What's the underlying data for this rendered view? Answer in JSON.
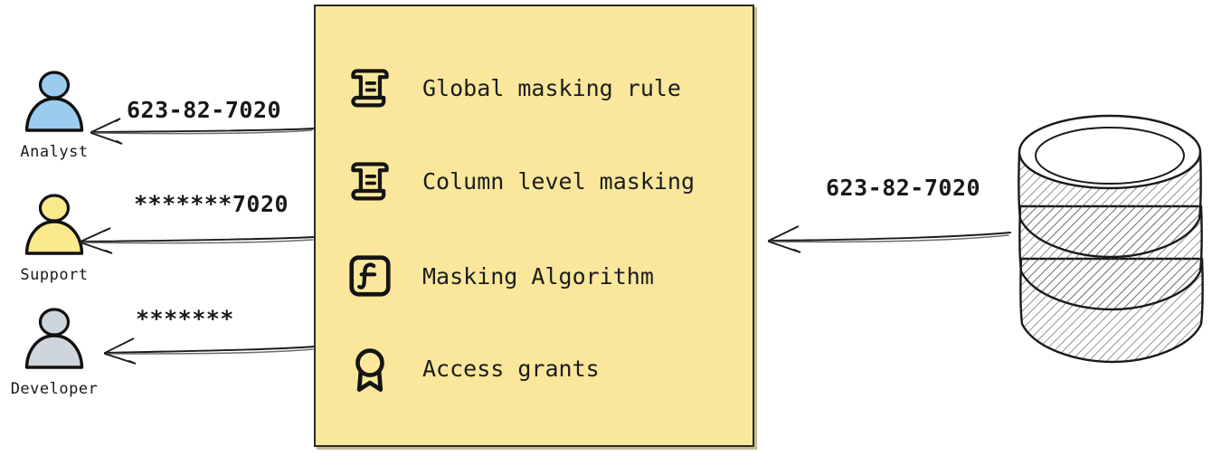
{
  "diagram": {
    "type": "data-masking-flow",
    "background": "#ffffff"
  },
  "actors": [
    {
      "id": "analyst",
      "label": "Analyst",
      "icon": "person-icon",
      "color": "#9BCCF0",
      "flow_label": "623-82-7020",
      "masking": "none"
    },
    {
      "id": "support",
      "label": "Support",
      "icon": "person-icon",
      "color": "#FBE98E",
      "flow_label": "*******7020",
      "masking": "partial"
    },
    {
      "id": "developer",
      "label": "Developer",
      "icon": "person-icon",
      "color": "#CFD5DC",
      "flow_label": "*******",
      "masking": "full"
    }
  ],
  "panel": {
    "background": "#FAE79B",
    "border_color": "#2a2a22",
    "items": [
      {
        "label": "Global masking rule",
        "icon": "scroll-icon"
      },
      {
        "label": "Column level masking",
        "icon": "scroll-icon"
      },
      {
        "label": "Masking Algorithm",
        "icon": "function-box-icon"
      },
      {
        "label": "Access grants",
        "icon": "award-ribbon-icon"
      }
    ]
  },
  "database": {
    "icon": "database-cylinder-icon",
    "flow_label": "623-82-7020",
    "style": "hand-drawn-hatched",
    "disc_count": 3
  },
  "arrows": [
    {
      "id": "db-to-panel",
      "direction": "right-to-left",
      "label": "623-82-7020"
    },
    {
      "id": "panel-to-analyst",
      "direction": "right-to-left",
      "label": "623-82-7020"
    },
    {
      "id": "panel-to-support",
      "direction": "right-to-left",
      "label": "*******7020"
    },
    {
      "id": "panel-to-developer",
      "direction": "right-to-left",
      "label": "*******"
    }
  ]
}
